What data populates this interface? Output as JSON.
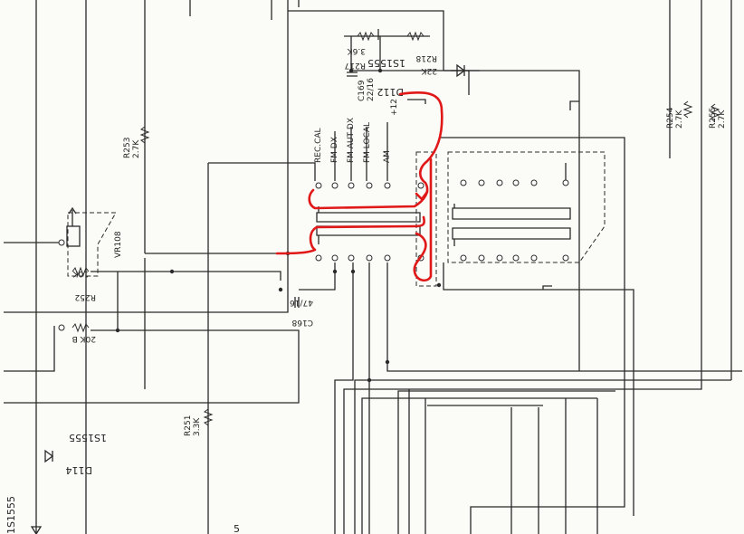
{
  "schematic": {
    "resistors": [
      {
        "ref": "R217",
        "value": "3.6K"
      },
      {
        "ref": "R218",
        "value": "22K"
      },
      {
        "ref": "R253",
        "value": "2.7K"
      },
      {
        "ref": "R254",
        "value": "2.7K"
      },
      {
        "ref": "R255",
        "value": "2.7K"
      },
      {
        "ref": "R252",
        "value": "10K"
      },
      {
        "ref": "R251",
        "value": "3.3K"
      }
    ],
    "capacitors": [
      {
        "ref": "C169",
        "value": "22/16"
      },
      {
        "ref": "C168",
        "value": "47/16"
      }
    ],
    "diodes": [
      {
        "ref": "D112",
        "part": "1S1555"
      },
      {
        "ref": "D114",
        "part": "1S1555"
      },
      {
        "part": "1S1555"
      }
    ],
    "pots": [
      {
        "ref": "VR108"
      },
      {
        "value": "20K B"
      }
    ],
    "supply": "+12",
    "switch_labels": [
      "REC.CAL",
      "FM DX",
      "FM AUT DX",
      "FM LOCAL",
      "AM"
    ],
    "page_fragment": "5"
  },
  "annotation_color": "#e01818",
  "ink_color": "#2a2a2a"
}
